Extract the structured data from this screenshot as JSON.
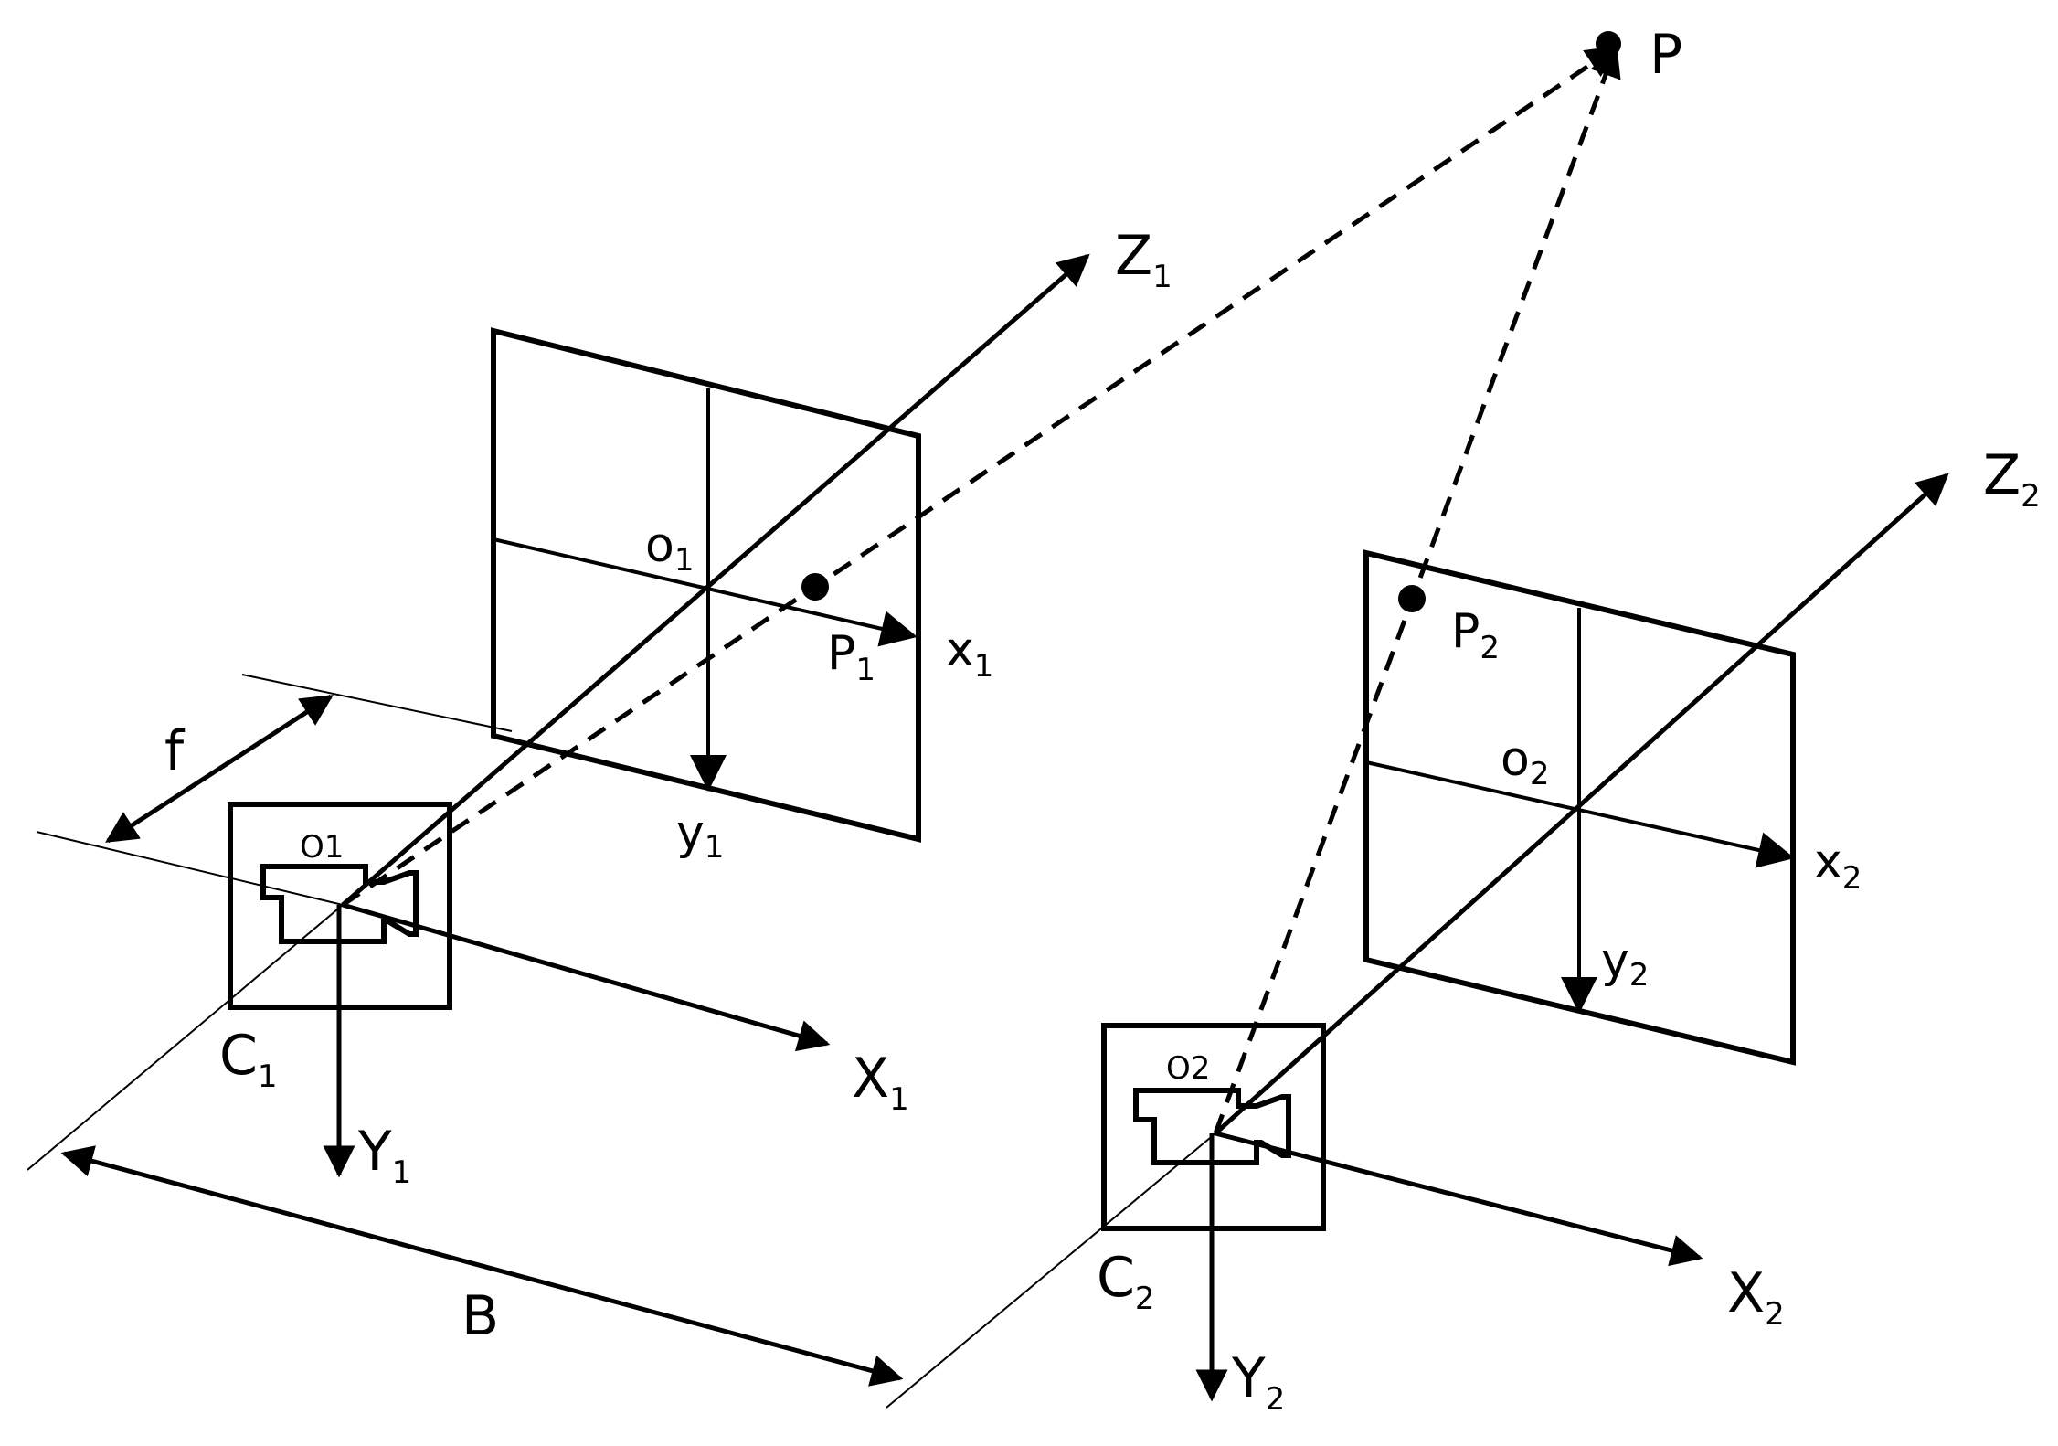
{
  "labels": {
    "P": "P",
    "Z1": "Z",
    "Z1_sub": "1",
    "Z2": "Z",
    "Z2_sub": "2",
    "o1_img": "o",
    "o1_img_sub": "1",
    "o2_img": "o",
    "o2_img_sub": "2",
    "P1": "P",
    "P1_sub": "1",
    "P2": "P",
    "P2_sub": "2",
    "x1": "x",
    "x1_sub": "1",
    "x2": "x",
    "x2_sub": "2",
    "y1": "y",
    "y1_sub": "1",
    "y2": "y",
    "y2_sub": "2",
    "f": "f",
    "O1_cam": "O1",
    "O2_cam": "O2",
    "C1": "C",
    "C1_sub": "1",
    "C2": "C",
    "C2_sub": "2",
    "X1": "X",
    "X1_sub": "1",
    "X2": "X",
    "X2_sub": "2",
    "Y1": "Y",
    "Y1_sub": "1",
    "Y2": "Y",
    "Y2_sub": "2",
    "B": "B"
  },
  "colors": {
    "stroke": "#000000",
    "background": "#ffffff"
  }
}
